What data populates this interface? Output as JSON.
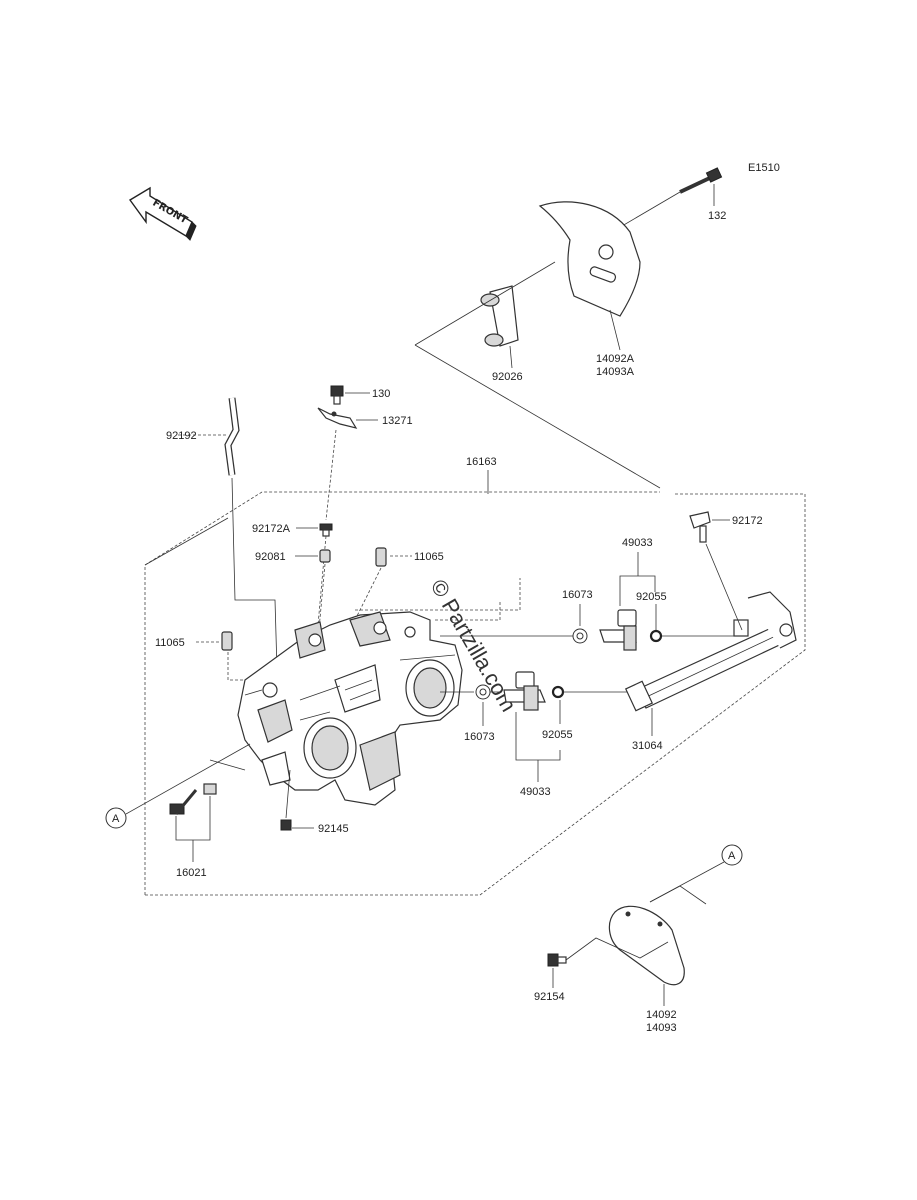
{
  "diagram_code": "E1510",
  "front_label": "FRONT",
  "watermark": "© Partzilla.com",
  "callouts": {
    "ref_a": "A",
    "ref_a2": "A"
  },
  "labels": {
    "p132": "132",
    "p92026": "92026",
    "p14092a": "14092A",
    "p14093a": "14093A",
    "p130": "130",
    "p13271": "13271",
    "p92192": "92192",
    "p16163": "16163",
    "p92172a": "92172A",
    "p92081": "92081",
    "p11065a": "11065",
    "p11065b": "11065",
    "p49033a": "49033",
    "p16073a": "16073",
    "p92055a": "92055",
    "p92172": "92172",
    "p16073b": "16073",
    "p92055b": "92055",
    "p31064": "31064",
    "p49033b": "49033",
    "p92145": "92145",
    "p16021": "16021",
    "p92154": "92154",
    "p14092": "14092",
    "p14093": "14093"
  }
}
